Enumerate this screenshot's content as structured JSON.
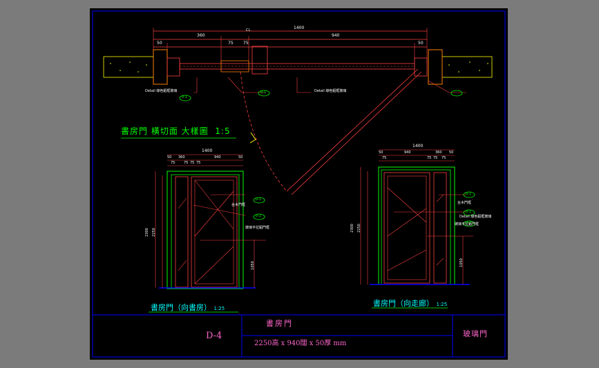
{
  "plan": {
    "title": "書房門 橫切面 大樣圖",
    "scale": "1:5",
    "dims_top": [
      "1400",
      "360",
      "940",
      "50",
      "75",
      "75",
      "50"
    ],
    "cl": "CL",
    "note_left": "Detail 綠色鋁框玻璃",
    "note_right": "Detail 綠色鋁框玻璃",
    "callouts": [
      "0-1",
      "0-1"
    ]
  },
  "elev_left": {
    "title": "書房門（向書房）",
    "scale": "1:25",
    "dims_top": [
      "1400",
      "50",
      "360",
      "940",
      "50",
      "75",
      "75",
      "75",
      "75"
    ],
    "dims_side": [
      "2300",
      "2250",
      "1050"
    ],
    "notes": [
      "台木門框",
      "玻璃平拉鋁門框"
    ],
    "callouts": [
      "0-1",
      "0-2"
    ]
  },
  "elev_right": {
    "title": "書房門（向走廊）",
    "scale": "1:25",
    "dims_top": [
      "1400",
      "50",
      "940",
      "360",
      "50",
      "75",
      "75",
      "75",
      "75"
    ],
    "dims_side": [
      "2300",
      "2250",
      "1050"
    ],
    "notes": [
      "台木門框",
      "Detail 綠色鋁框玻璃",
      "玻璃平拉鋁門框"
    ],
    "callouts": [
      "0-1",
      "0-1",
      "0-2"
    ]
  },
  "title_block": {
    "sheet_no": "D-4",
    "name": "書房門",
    "spec": "2250高 x 940闊 x 50厚 mm",
    "material": "玻璃門"
  }
}
